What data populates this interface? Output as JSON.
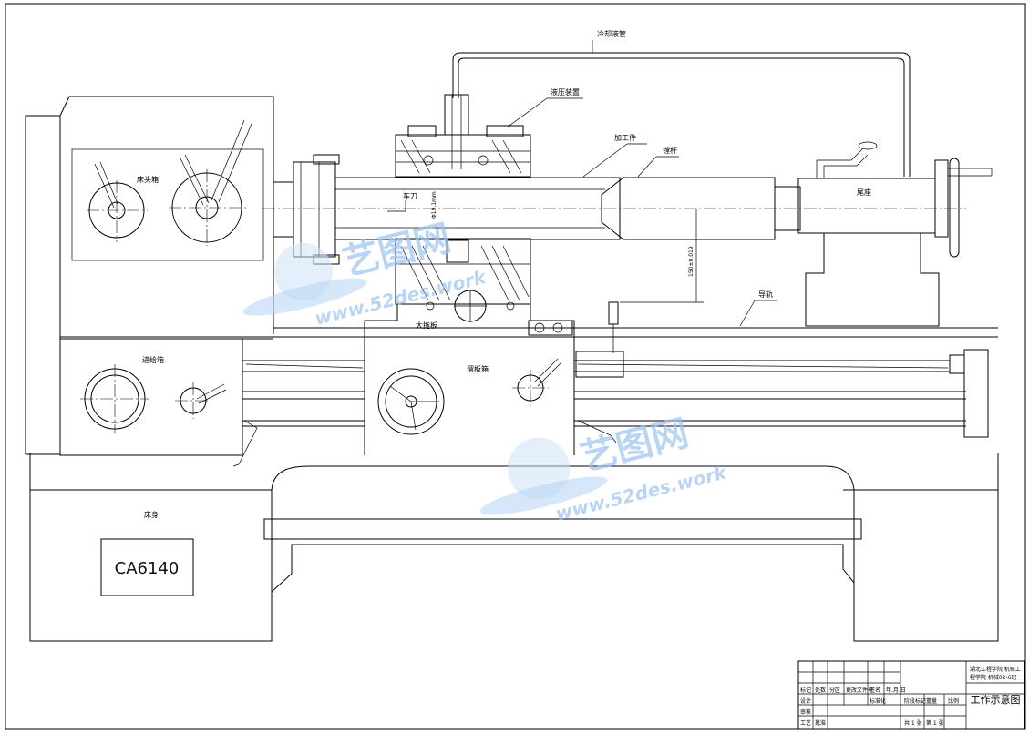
{
  "drawing": {
    "labels": {
      "coolant_pipe": "冷却液管",
      "hydraulic_device": "液压装置",
      "workpiece": "加工件",
      "boring_bar": "镗杆",
      "headstock": "床头箱",
      "turning_tool": "车刀",
      "tailstock": "尾座",
      "guide_rail": "导轨",
      "carriage": "大拖板",
      "feed_box": "进给箱",
      "apron": "溜板箱",
      "bed": "床身",
      "diameter_dim": "Φ19.1mm",
      "height_dim": "150±0.019"
    },
    "model_plate": "CA6140"
  },
  "title_block": {
    "school_line1": "湖北工程学院 机械工",
    "school_line2": "程学院 机械02-6班",
    "drawing_title": "工作示意图",
    "tiny_cells": [
      "标记",
      "处数",
      "分区",
      "更改文件号",
      "签名",
      "年.月.日",
      "设计",
      "标准化",
      "阶段标记",
      "重量",
      "比例",
      "审核",
      "工艺",
      "批准",
      "共 1 张",
      "第 1 张"
    ]
  },
  "watermark": {
    "brand_cn": "艺图网",
    "url": "www.52des.work",
    "color": "#9ec4f0"
  }
}
